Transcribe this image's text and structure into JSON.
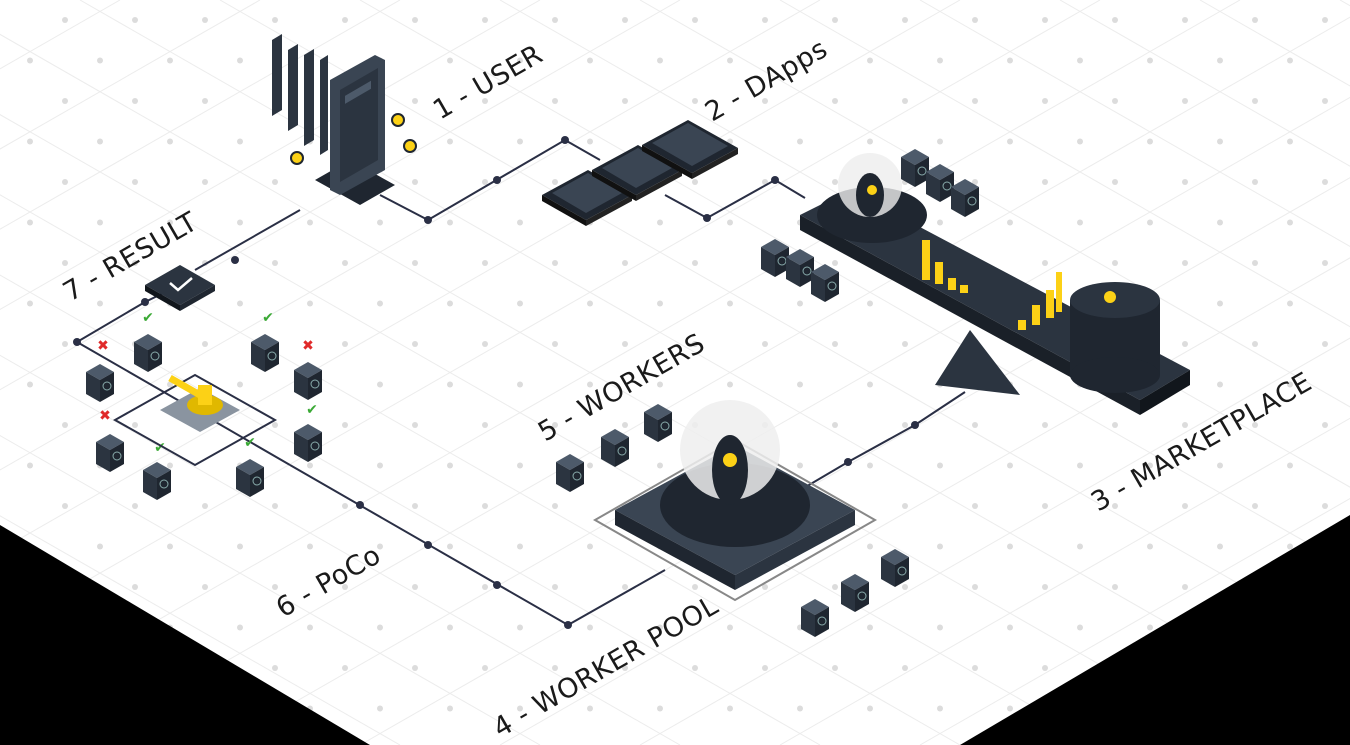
{
  "labels": {
    "user": "1 - USER",
    "dapps": "2 - DApps",
    "marketplace": "3 - MARKETPLACE",
    "worker_pool": "4 - WORKER POOL",
    "workers": "5 - WORKERS",
    "poco": "6 - PoCo",
    "result": "7 - RESULT"
  },
  "colors": {
    "dark": "#2b3440",
    "accent": "#fcd116",
    "check": "#3aa935",
    "cross": "#e02a2a",
    "line": "#2a2f45"
  }
}
